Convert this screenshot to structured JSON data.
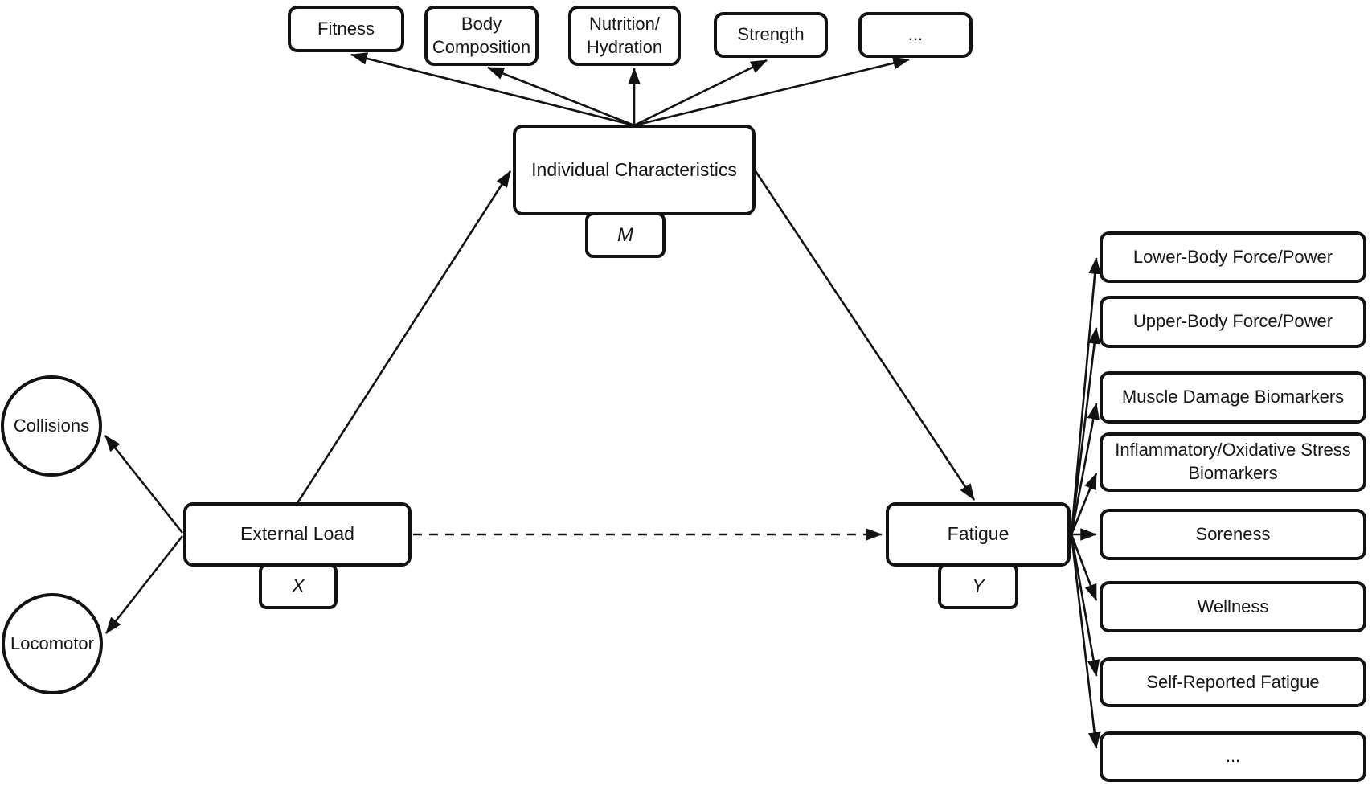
{
  "figure": {
    "background_color": "#ffffff",
    "line_color": "#121212",
    "nodes": {
      "external_load": "External Load",
      "external_load_tag": "X",
      "individual_characteristics": "Individual Characteristics",
      "individual_characteristics_tag": "M",
      "fatigue": "Fatigue",
      "fatigue_tag": "Y",
      "collisions": "Collisions",
      "locomotor": "Locomotor"
    },
    "individual_characteristic_indicators": [
      "Fitness",
      "Body Composition",
      "Nutrition/\nHydration",
      "Strength",
      "..."
    ],
    "fatigue_indicators": [
      "Lower-Body Force/Power",
      "Upper-Body Force/Power",
      "Muscle Damage Biomarkers",
      "Inflammatory/Oxidative Stress Biomarkers",
      "Soreness",
      "Wellness",
      "Self-Reported Fatigue",
      "..."
    ],
    "edges": [
      {
        "from": "individual_characteristics",
        "to": "fitness",
        "style": "solid"
      },
      {
        "from": "individual_characteristics",
        "to": "body_composition",
        "style": "solid"
      },
      {
        "from": "individual_characteristics",
        "to": "nutrition_hydration",
        "style": "solid"
      },
      {
        "from": "individual_characteristics",
        "to": "strength",
        "style": "solid"
      },
      {
        "from": "individual_characteristics",
        "to": "more_characteristics",
        "style": "solid"
      },
      {
        "from": "external_load",
        "to": "individual_characteristics",
        "style": "solid"
      },
      {
        "from": "individual_characteristics",
        "to": "fatigue",
        "style": "solid"
      },
      {
        "from": "external_load",
        "to": "fatigue",
        "style": "dashed"
      },
      {
        "from": "external_load",
        "to": "collisions",
        "style": "solid"
      },
      {
        "from": "external_load",
        "to": "locomotor",
        "style": "solid"
      },
      {
        "from": "fatigue",
        "to": "lower_body_force_power",
        "style": "solid"
      },
      {
        "from": "fatigue",
        "to": "upper_body_force_power",
        "style": "solid"
      },
      {
        "from": "fatigue",
        "to": "muscle_damage_biomarkers",
        "style": "solid"
      },
      {
        "from": "fatigue",
        "to": "inflammatory_oxidative_stress_biomarkers",
        "style": "solid"
      },
      {
        "from": "fatigue",
        "to": "soreness",
        "style": "solid"
      },
      {
        "from": "fatigue",
        "to": "wellness",
        "style": "solid"
      },
      {
        "from": "fatigue",
        "to": "self_reported_fatigue",
        "style": "solid"
      },
      {
        "from": "fatigue",
        "to": "more_fatigue_indicators",
        "style": "solid"
      }
    ]
  }
}
